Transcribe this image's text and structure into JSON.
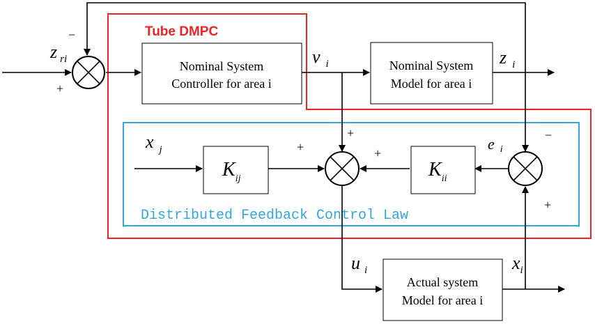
{
  "colors": {
    "tube_border": "#e8262a",
    "feedback_border": "#33a6dc",
    "tube_label": "#e8262a",
    "feedback_label": "#33a6dc",
    "wire": "#000000"
  },
  "regions": {
    "tube_dmpc_label": "Tube DMPC",
    "feedback_law_label": "Distributed Feedback Control Law"
  },
  "blocks": {
    "nominal_controller": {
      "line1": "Nominal System",
      "line2": "Controller for area i"
    },
    "nominal_model": {
      "line1": "Nominal System",
      "line2": "Model for area i"
    },
    "actual_model": {
      "line1": "Actual system",
      "line2": "Model for area i"
    },
    "k_ij": {
      "main": "K",
      "sub": "ij"
    },
    "k_ii": {
      "main": "K",
      "sub": "ii"
    }
  },
  "signals": {
    "z_ri": {
      "main": "z",
      "sub": "ri"
    },
    "v_i": {
      "main": "v",
      "sub": "i"
    },
    "z_i": {
      "main": "z",
      "sub": "i"
    },
    "x_j": {
      "main": "x",
      "sub": "j"
    },
    "e_i": {
      "main": "e",
      "sub": "i"
    },
    "u_i": {
      "main": "u",
      "sub": "i"
    },
    "x_i": {
      "main": "x",
      "sub": "i"
    }
  },
  "signs": {
    "sum1_top": "−",
    "sum1_left": "+",
    "sum2_top": "+",
    "sum2_left": "+",
    "sum2_right": "+",
    "sum3_top": "−",
    "sum3_bottom": "+"
  }
}
